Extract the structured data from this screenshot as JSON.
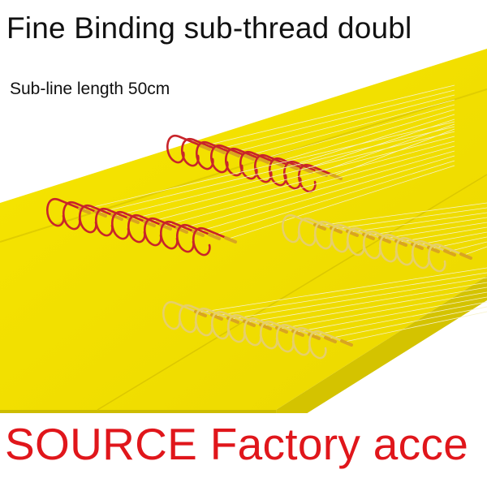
{
  "header": {
    "title": "Fine Binding sub-thread doubl",
    "subtitle": "Sub-line length 50cm"
  },
  "banner": {
    "text": "SOURCE Factory acce"
  },
  "colors": {
    "board_yellow": "#f2e000",
    "board_edge": "#c9b800",
    "red_hook": "#c8242a",
    "gold_hook": "#e6cf6a",
    "banner_text": "#e0161b"
  },
  "hook_groups": [
    {
      "name": "red-hooks-upper",
      "color": "red",
      "count": 10
    },
    {
      "name": "red-hooks-lower",
      "color": "red",
      "count": 10
    },
    {
      "name": "gold-hooks-right",
      "color": "gold",
      "count": 10
    },
    {
      "name": "gold-hooks-bottom",
      "color": "gold",
      "count": 10
    }
  ]
}
